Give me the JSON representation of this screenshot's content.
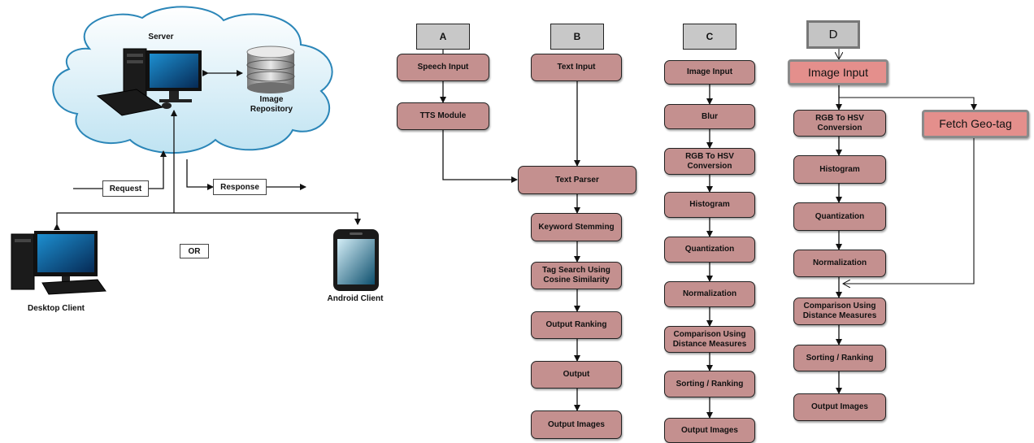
{
  "left": {
    "server": "Server",
    "image_repository": "Image Repository",
    "request": "Request",
    "response": "Response",
    "or": "OR",
    "desktop_client": "Desktop Client",
    "android_client": "Android Client"
  },
  "flow_a": {
    "header": "A",
    "speech_input": "Speech Input",
    "tts_module": "TTS Module"
  },
  "flow_b": {
    "header": "B",
    "text_input": "Text Input",
    "text_parser": "Text Parser",
    "keyword_stemming": "Keyword Stemming",
    "tag_search": "Tag Search Using Cosine Similarity",
    "output_ranking": "Output Ranking",
    "output": "Output",
    "output_images": "Output Images"
  },
  "flow_c": {
    "header": "C",
    "image_input": "Image Input",
    "blur": "Blur",
    "rgb_to_hsv": "RGB To HSV Conversion",
    "histogram": "Histogram",
    "quantization": "Quantization",
    "normalization": "Normalization",
    "comparison": "Comparison Using Distance Measures",
    "sorting": "Sorting / Ranking",
    "output_images": "Output Images"
  },
  "flow_d": {
    "header": "D",
    "image_input": "Image Input",
    "fetch_geotag": "Fetch Geo-tag",
    "rgb_to_hsv": "RGB To HSV Conversion",
    "histogram": "Histogram",
    "quantization": "Quantization",
    "normalization": "Normalization",
    "comparison": "Comparison Using Distance Measures",
    "sorting": "Sorting / Ranking",
    "output_images": "Output Images"
  },
  "colors": {
    "box_fill": "#c4908f",
    "box_fill_highlight": "#e48f8c",
    "header_fill": "#c8c8c8",
    "cloud_fill": "#d9eef7"
  }
}
